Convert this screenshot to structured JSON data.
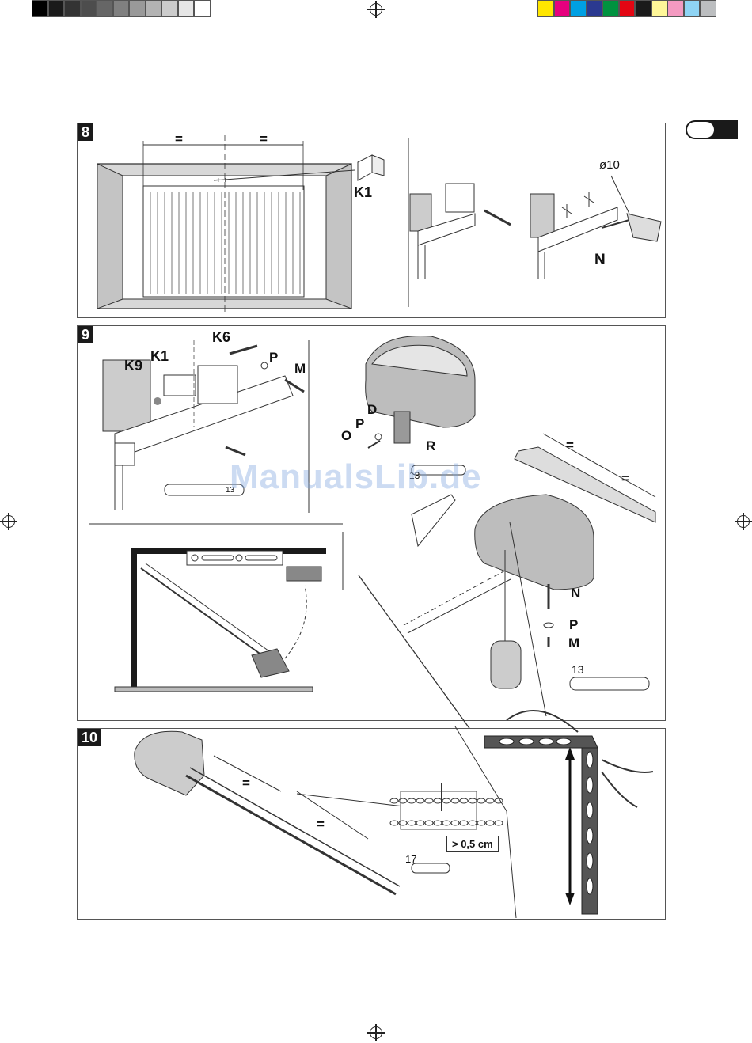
{
  "colors": {
    "gray_bar": [
      "#000000",
      "#1a1a1a",
      "#333333",
      "#4d4d4d",
      "#666666",
      "#808080",
      "#999999",
      "#b3b3b3",
      "#cccccc",
      "#e6e6e6",
      "#ffffff"
    ],
    "color_bar": [
      "#ffe600",
      "#e6007e",
      "#00a0e3",
      "#2b3990",
      "#00923f",
      "#e30613",
      "#1a1a1a",
      "#fff799",
      "#f49ac1",
      "#8fd4f4",
      "#bcbec0"
    ],
    "watermark": "#78a0dc"
  },
  "panels": {
    "p8": {
      "number": "8",
      "eq_left": "=",
      "eq_right": "=",
      "k1": "K1",
      "drill_size": "ø10",
      "n": "N"
    },
    "p9": {
      "number": "9",
      "k9": "K9",
      "k1": "K1",
      "k6": "K6",
      "p": "P",
      "m": "M",
      "d": "D",
      "o": "O",
      "p2": "P",
      "r": "R",
      "wrench1": "13",
      "wrench2": "13",
      "eq1": "=",
      "eq2": "=",
      "n2": "N",
      "p3": "P",
      "m2": "M",
      "wrench3": "13"
    },
    "p10": {
      "number": "10",
      "eq1": "=",
      "eq2": "=",
      "gap": "> 0,5 cm",
      "wrench": "17"
    }
  },
  "watermark": "ManualsLib.de"
}
